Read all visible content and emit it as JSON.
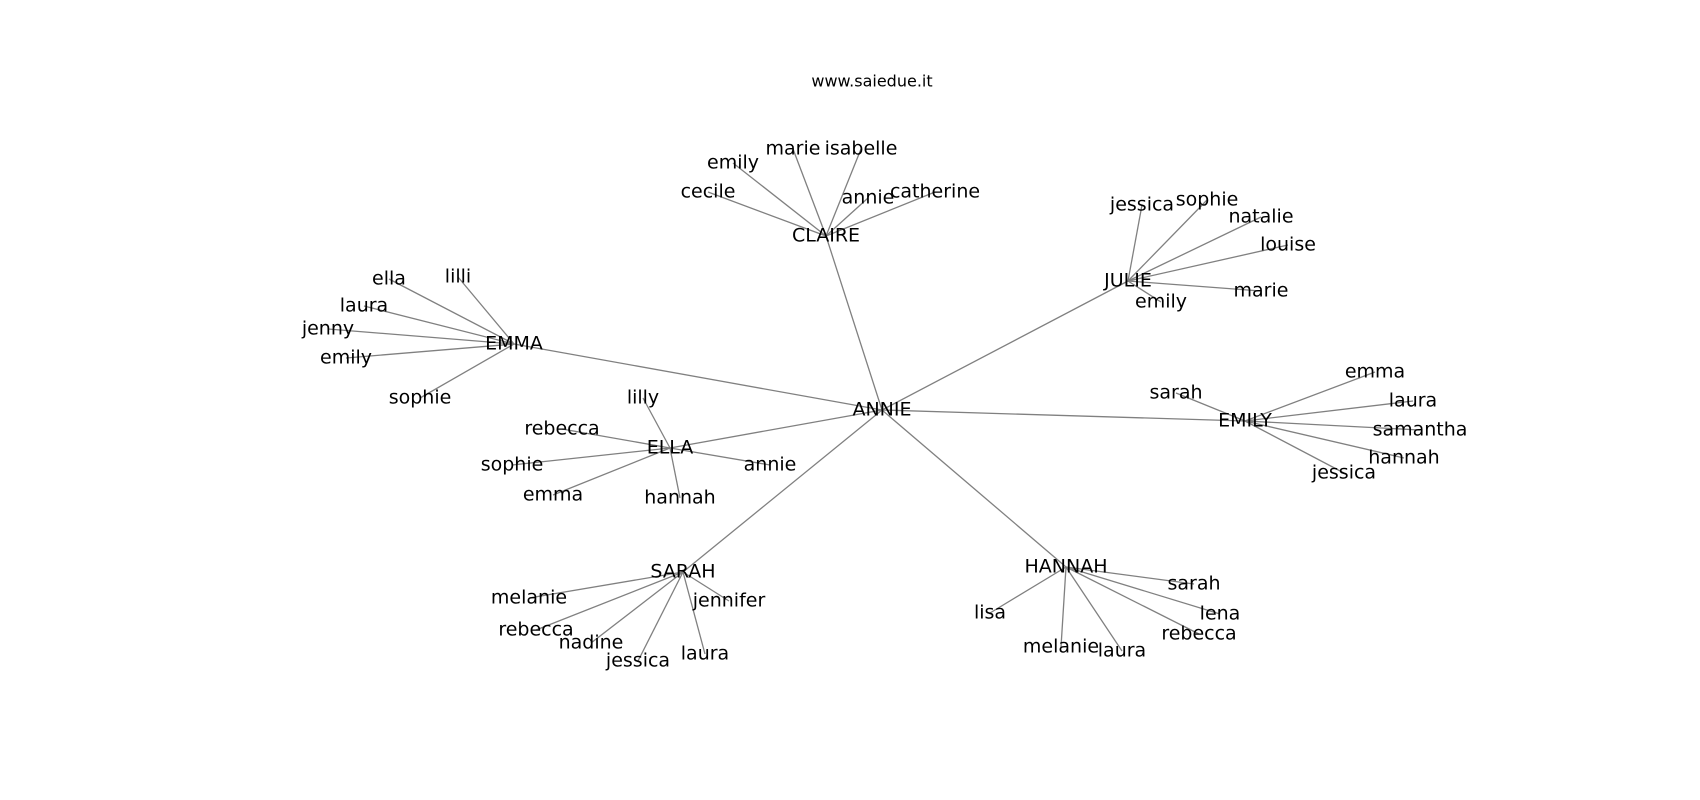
{
  "header": {
    "site": "www.saiedue.it"
  },
  "graph": {
    "center": "ANNIE",
    "hubs": [
      {
        "name": "CLAIRE",
        "leaves": [
          "cecile",
          "emily",
          "marie",
          "isabelle",
          "annie",
          "catherine"
        ]
      },
      {
        "name": "JULIE",
        "leaves": [
          "jessica",
          "sophie",
          "natalie",
          "louise",
          "marie",
          "emily"
        ]
      },
      {
        "name": "EMMA",
        "leaves": [
          "ella",
          "lilli",
          "laura",
          "jenny",
          "emily",
          "sophie"
        ]
      },
      {
        "name": "ELLA",
        "leaves": [
          "lilly",
          "rebecca",
          "sophie",
          "emma",
          "hannah",
          "annie"
        ]
      },
      {
        "name": "EMILY",
        "leaves": [
          "sarah",
          "emma",
          "laura",
          "samantha",
          "hannah",
          "jessica"
        ]
      },
      {
        "name": "SARAH",
        "leaves": [
          "melanie",
          "rebecca",
          "nadine",
          "jessica",
          "laura",
          "jennifer"
        ]
      },
      {
        "name": "HANNAH",
        "leaves": [
          "lisa",
          "melanie",
          "laura",
          "rebecca",
          "lena",
          "sarah"
        ]
      }
    ]
  },
  "colors": {
    "edge": "#808080",
    "text": "#000000",
    "background": "#ffffff"
  }
}
